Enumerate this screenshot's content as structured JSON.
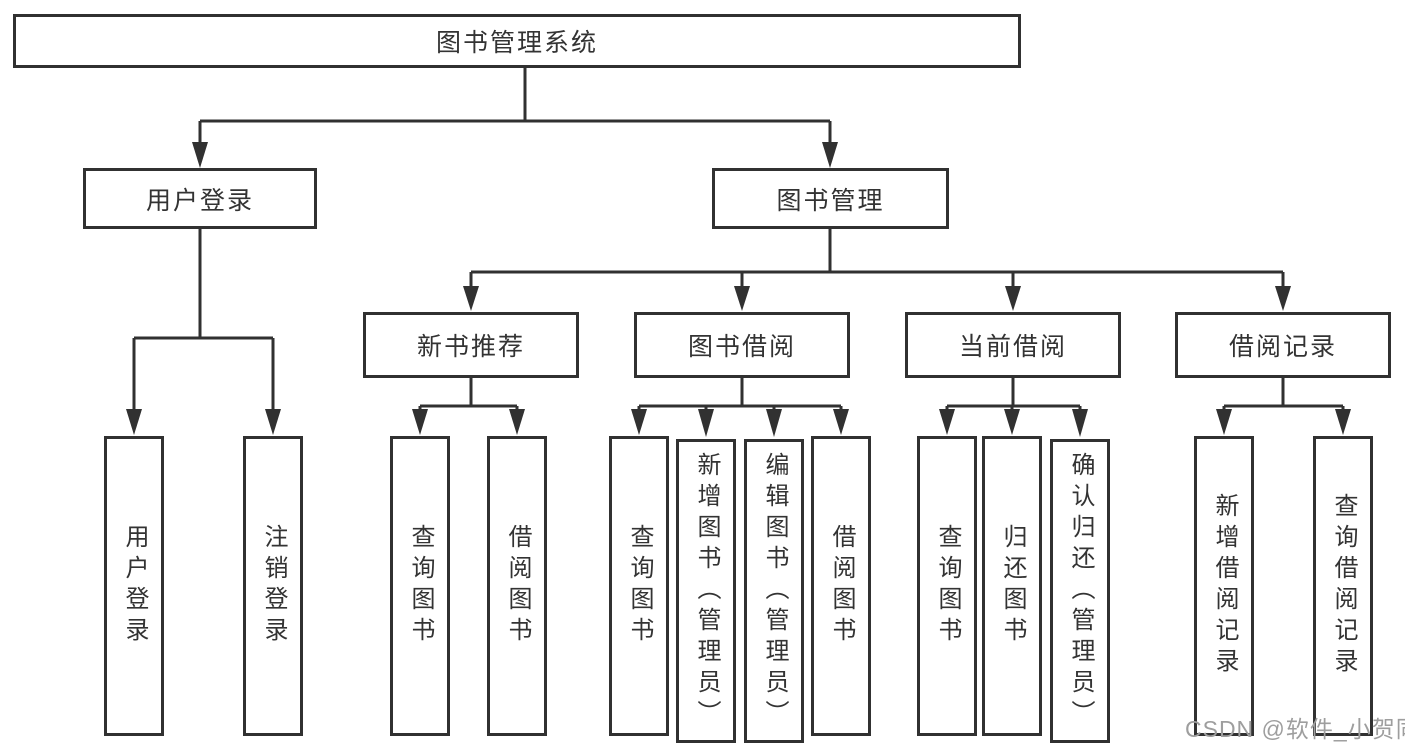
{
  "diagram": {
    "root": {
      "label": "图书管理系统"
    },
    "branches": [
      {
        "label": "用户登录",
        "leaves": [
          {
            "label": "用户登录"
          },
          {
            "label": "注销登录"
          }
        ]
      },
      {
        "label": "图书管理",
        "categories": [
          {
            "label": "新书推荐",
            "leaves": [
              {
                "label": "查询图书"
              },
              {
                "label": "借阅图书"
              }
            ]
          },
          {
            "label": "图书借阅",
            "leaves": [
              {
                "label": "查询图书"
              },
              {
                "label": "新增图书（管理员）"
              },
              {
                "label": "编辑图书（管理员）"
              },
              {
                "label": "借阅图书"
              }
            ]
          },
          {
            "label": "当前借阅",
            "leaves": [
              {
                "label": "查询图书"
              },
              {
                "label": "归还图书"
              },
              {
                "label": "确认归还（管理员）"
              }
            ]
          },
          {
            "label": "借阅记录",
            "leaves": [
              {
                "label": "新增借阅记录"
              },
              {
                "label": "查询借阅记录"
              }
            ]
          }
        ]
      }
    ],
    "watermark": "CSDN @软件_小贺同学"
  },
  "colors": {
    "line": "#313131",
    "border": "#313131",
    "text": "#333333",
    "background": "#ffffff",
    "watermark": "#9e9e9e"
  }
}
